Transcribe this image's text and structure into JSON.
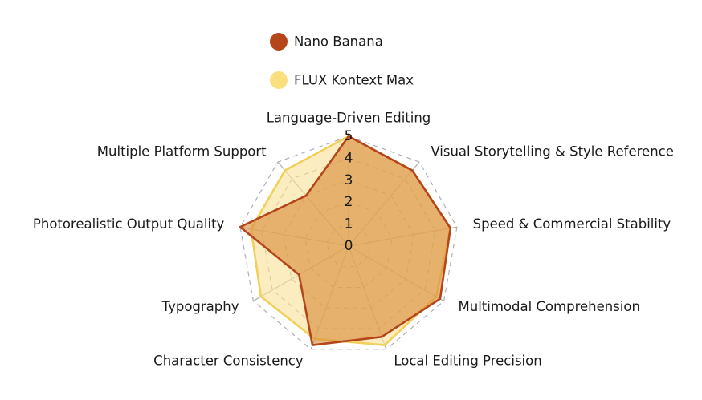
{
  "chart_data": {
    "type": "radar",
    "title": "",
    "categories": [
      "Language-Driven Editing",
      "Visual Storytelling & Style Reference",
      "Speed & Commercial Stability",
      "Multimodal Comprehension",
      "Local Editing Precision",
      "Character Consistency",
      "Typography",
      "Photorealistic Output Quality",
      "Multiple Platform Support"
    ],
    "series": [
      {
        "name": "Nano Banana",
        "color": "#b5451b",
        "fill": "#d98c3a",
        "values": [
          5,
          4.5,
          4.7,
          4.8,
          4.4,
          4.8,
          2.6,
          5,
          3.0
        ]
      },
      {
        "name": "FLUX Kontext Max",
        "color": "#f2cf5b",
        "fill": "#fae29a",
        "values": [
          5,
          4.5,
          4.7,
          4.6,
          4.8,
          4.5,
          4.6,
          4.5,
          4.5
        ]
      }
    ],
    "tick_labels": [
      "0",
      "1",
      "2",
      "3",
      "4",
      "5"
    ],
    "ticks": [
      0,
      1,
      2,
      3,
      4,
      5
    ],
    "rlim": [
      0,
      5
    ],
    "grid": true,
    "legend_position": "top"
  },
  "legend": {
    "items": [
      {
        "label": "Nano Banana",
        "marker": "filled-circle-marker",
        "color": "#b5451b"
      },
      {
        "label": "FLUX Kontext Max",
        "marker": "filled-circle-marker",
        "color": "#fadf7f"
      }
    ]
  },
  "colors": {
    "background": "#ffffff",
    "text": "#1a1a1a",
    "grid": "#b0a79a",
    "outer_ring": "#aab0bd",
    "nano_banana_line": "#b5451b",
    "nano_banana_fill": "#d98c3a",
    "flux_line": "#f2cf5b",
    "flux_fill": "#fae29a"
  }
}
